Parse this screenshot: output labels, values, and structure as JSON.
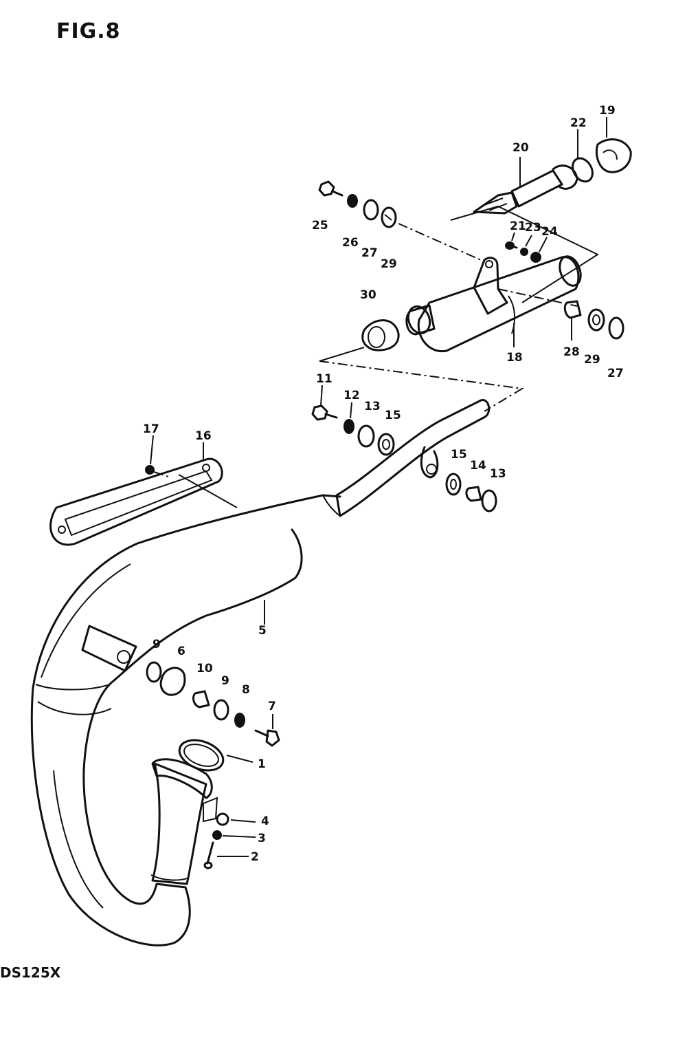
{
  "figure": {
    "title": "FIG.8",
    "model": "DS125X"
  },
  "callouts": [
    {
      "id": "c1",
      "text": "1"
    },
    {
      "id": "c2",
      "text": "2"
    },
    {
      "id": "c3",
      "text": "3"
    },
    {
      "id": "c4",
      "text": "4"
    },
    {
      "id": "c5",
      "text": "5"
    },
    {
      "id": "c6",
      "text": "6"
    },
    {
      "id": "c7",
      "text": "7"
    },
    {
      "id": "c8",
      "text": "8"
    },
    {
      "id": "c9a",
      "text": "9"
    },
    {
      "id": "c9b",
      "text": "9"
    },
    {
      "id": "c10",
      "text": "10"
    },
    {
      "id": "c11",
      "text": "11"
    },
    {
      "id": "c12",
      "text": "12"
    },
    {
      "id": "c13a",
      "text": "13"
    },
    {
      "id": "c13b",
      "text": "13"
    },
    {
      "id": "c14",
      "text": "14"
    },
    {
      "id": "c15a",
      "text": "15"
    },
    {
      "id": "c15b",
      "text": "15"
    },
    {
      "id": "c16",
      "text": "16"
    },
    {
      "id": "c17",
      "text": "17"
    },
    {
      "id": "c18",
      "text": "18"
    },
    {
      "id": "c19",
      "text": "19"
    },
    {
      "id": "c20",
      "text": "20"
    },
    {
      "id": "c21",
      "text": "21"
    },
    {
      "id": "c22",
      "text": "22"
    },
    {
      "id": "c23",
      "text": "23"
    },
    {
      "id": "c24",
      "text": "24"
    },
    {
      "id": "c25",
      "text": "25"
    },
    {
      "id": "c26",
      "text": "26"
    },
    {
      "id": "c27a",
      "text": "27"
    },
    {
      "id": "c27b",
      "text": "27"
    },
    {
      "id": "c28",
      "text": "28"
    },
    {
      "id": "c29a",
      "text": "29"
    },
    {
      "id": "c29b",
      "text": "29"
    },
    {
      "id": "c30",
      "text": "30"
    }
  ]
}
